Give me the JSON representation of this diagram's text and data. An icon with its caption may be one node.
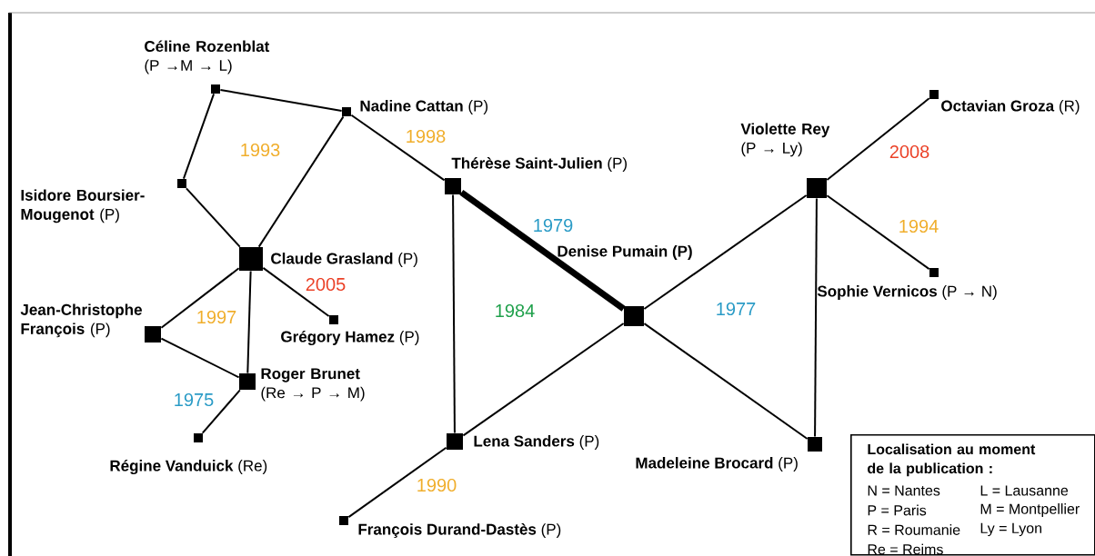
{
  "diagram": {
    "nodes": [
      {
        "text": [],
        "shape": "box",
        "beside": [
          "**Céline Rozenblat** (P →M → L)"
        ]
      },
      {
        "text": [],
        "shape": "box",
        "beside": [
          "**Nadine Cattan** (P)"
        ]
      },
      {
        "text": [],
        "shape": "box",
        "beside": [
          "**Isidore Boursier-Mougenot** (P)"
        ]
      },
      {
        "text": [],
        "shape": "box",
        "beside": [
          "**Claude Grasland** (P)"
        ]
      },
      {
        "text": [],
        "shape": "box",
        "beside": [
          "**Jean-Christophe François** (P)"
        ]
      },
      {
        "text": [],
        "shape": "box",
        "beside": [
          "**Grégory Hamez** (P)"
        ]
      },
      {
        "text": [],
        "shape": "box",
        "beside": [
          "**Roger Brunet** (Re → P → M)"
        ]
      },
      {
        "text": [],
        "shape": "box",
        "beside": [
          "**Régine Vanduick** (Re)"
        ]
      },
      {
        "text": [],
        "shape": "box",
        "beside": [
          "**Thérèse Saint-Julien** (P)"
        ]
      },
      {
        "text": [],
        "shape": "box",
        "beside": [
          "**Denise Pumain (P)**"
        ]
      },
      {
        "text": [],
        "shape": "box",
        "beside": [
          "**Lena Sanders** (P)"
        ]
      },
      {
        "text": [],
        "shape": "box",
        "beside": [
          "**François Durand-Dastès** (P)"
        ]
      },
      {
        "text": [],
        "shape": "box",
        "beside": [
          "**Violette Rey** (P → Ly)"
        ]
      },
      {
        "text": [],
        "shape": "box",
        "beside": [
          "**Octavian Groza** (R)"
        ]
      },
      {
        "text": [],
        "shape": "box",
        "beside": [
          "**Sophie Vernicos** (P → N)"
        ]
      },
      {
        "text": [],
        "shape": "box",
        "beside": [
          "**Madeleine Brocard** (P)"
        ]
      },
      {
        "text": [
          "Localisation au moment de la publication :",
          "N = Nantes",
          "L = Lausanne",
          "P = Paris",
          "M = Montpellier",
          "R = Roumanie",
          "Ly = Lyon",
          "Re = Reims"
        ]
      }
    ],
    "edges": [
      {
        "from": 0,
        "to": 1,
        "arrow": "none"
      },
      {
        "from": 0,
        "to": 2,
        "arrow": "none"
      },
      {
        "from": 2,
        "to": 3,
        "arrow": "none"
      },
      {
        "from": 1,
        "to": 3,
        "arrow": "none"
      },
      {
        "from": 1,
        "to": 8,
        "arrow": "none"
      },
      {
        "from": 3,
        "to": 4,
        "arrow": "none"
      },
      {
        "from": 3,
        "to": 6,
        "arrow": "none"
      },
      {
        "from": 3,
        "to": 5,
        "arrow": "none"
      },
      {
        "from": 4,
        "to": 6,
        "arrow": "none"
      },
      {
        "from": 6,
        "to": 7,
        "arrow": "none"
      },
      {
        "from": 8,
        "to": 9,
        "arrow": "none",
        "style": "thick"
      },
      {
        "from": 8,
        "to": 10,
        "arrow": "none"
      },
      {
        "from": 10,
        "to": 9,
        "arrow": "none"
      },
      {
        "from": 10,
        "to": 11,
        "arrow": "none"
      },
      {
        "from": 9,
        "to": 12,
        "arrow": "none"
      },
      {
        "from": 9,
        "to": 15,
        "arrow": "none"
      },
      {
        "from": 12,
        "to": 15,
        "arrow": "none"
      },
      {
        "from": 12,
        "to": 13,
        "arrow": "none"
      },
      {
        "from": 12,
        "to": 14,
        "arrow": "none"
      }
    ],
    "labels": [
      "1998",
      "1993",
      "2008",
      "1979",
      "1994",
      "2005",
      "1977",
      "1984",
      "1997",
      "1975",
      "1990"
    ]
  }
}
